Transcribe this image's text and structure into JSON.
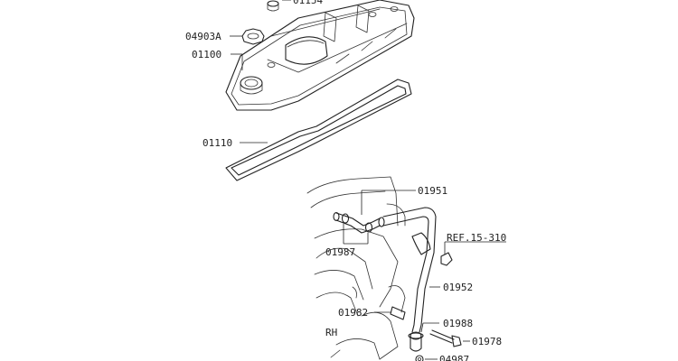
{
  "callouts": {
    "bolt_top": "01154",
    "oil_cap": "04903A",
    "rocker_cover": "01100",
    "gasket": "01110",
    "hose_upper": "01951",
    "clamp_left": "01987",
    "reference": "REF.15-310",
    "breather_tube": "01952",
    "hose_lower": "01982",
    "clamp_bottom": "01988",
    "bolt_bottom": "01978",
    "washer_bottom": "04987",
    "side_marker": "RH"
  }
}
